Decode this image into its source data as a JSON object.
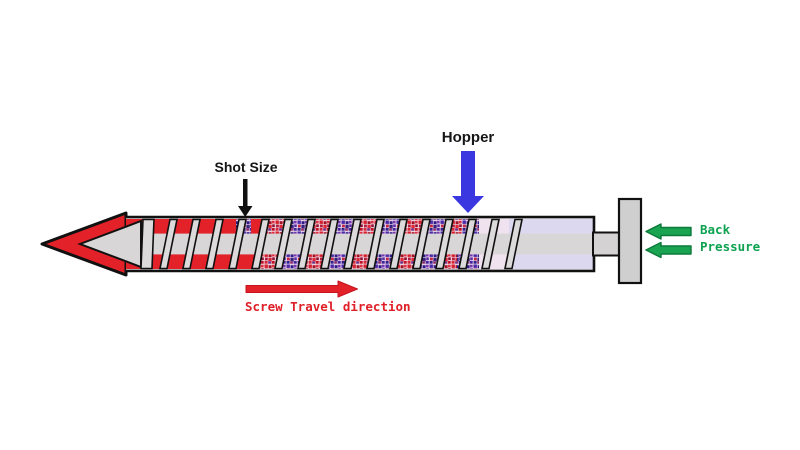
{
  "diagram": {
    "title_none": "",
    "labels": {
      "shot_size": "Shot Size",
      "hopper": "Hopper",
      "back_pressure_line1": "Back",
      "back_pressure_line2": "Pressure",
      "screw_travel": "Screw Travel direction"
    },
    "icons": {
      "shot_size_pointer": "down-arrow-icon",
      "hopper_feed": "down-arrow-icon",
      "back_pressure": "left-arrow-icon",
      "screw_travel": "right-arrow-icon",
      "nozzle": "left-chevron-arrow"
    },
    "colors": {
      "melt_red": "#e32128",
      "hopper_blue": "#3a37e0",
      "back_pressure_green": "#1aa351",
      "back_pressure_green_dark": "#0b7a3a",
      "back_pressure_text_green": "#0da24f",
      "screw_travel_text_red": "#e02028",
      "label_black": "#161616",
      "arrow_black": "#111111",
      "barrel_core_gray": "#d8d6d6",
      "flight_gray": "#dcdadb",
      "plate_gray": "#cfcfcf",
      "empty_barrel_lavender": "#dcd8f0",
      "transition_pink": "#f0e2ee",
      "outline_black": "#111111"
    }
  }
}
